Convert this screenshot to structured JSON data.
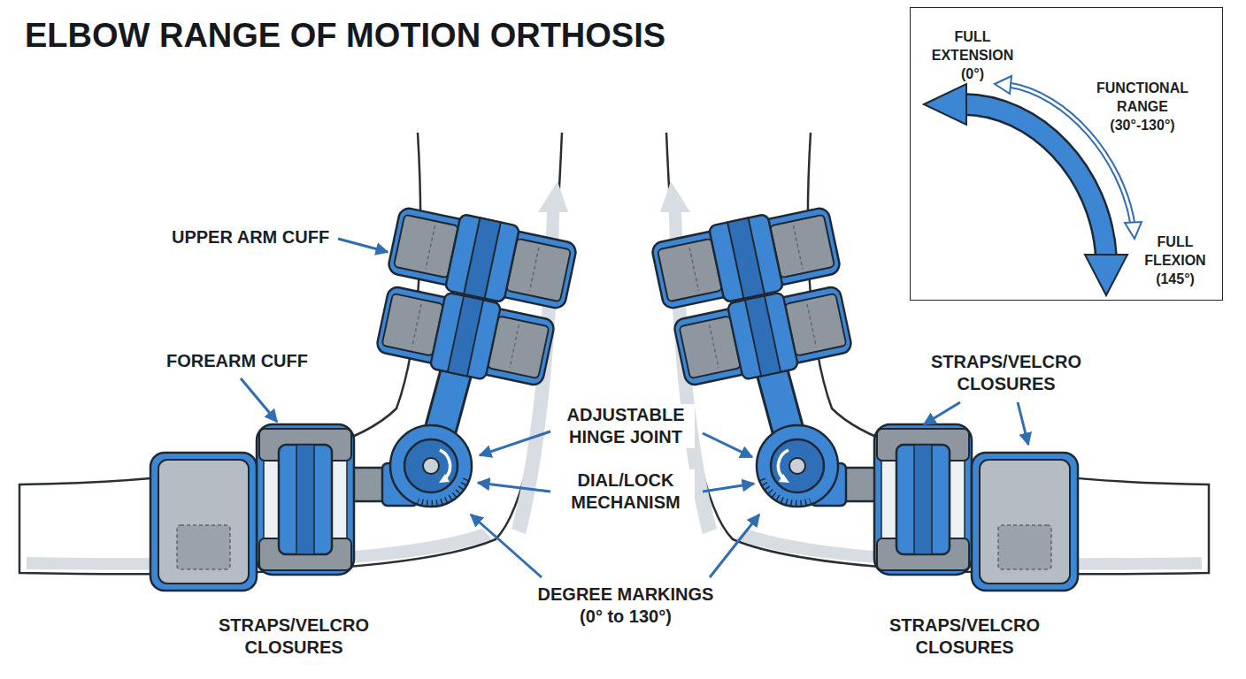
{
  "diagram": {
    "title": "ELBOW RANGE OF MOTION ORTHOSIS",
    "nodes": [
      {
        "text": [
          "FULL EXTENSION (0°)",
          "FUNCTIONAL RANGE (30°-130°)",
          "FULL FLEXION (145°)"
        ]
      }
    ],
    "labels": [
      "UPPER ARM CUFF",
      "FOREARM CUFF",
      "STRAPS/VELCRO CLOSURES",
      "ADJUSTABLE HINGE JOINT",
      "DIAL/LOCK MECHANISM",
      "DEGREE MARKINGS (0° to 130°)",
      "STRAPS/VELCRO CLOSURES",
      "STRAPS/VELCRO CLOSURES"
    ]
  }
}
